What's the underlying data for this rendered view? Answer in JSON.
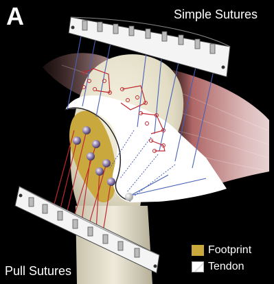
{
  "figure": {
    "panel_label": "A",
    "caption_top": "Simple Sutures",
    "caption_bottom": "Pull Sutures"
  },
  "legend": {
    "items": [
      {
        "label": "Footprint",
        "color": "#c9a93e"
      },
      {
        "label": "Tendon",
        "color": "#ffffff"
      }
    ]
  },
  "colors": {
    "background": "#000000",
    "bone": "#e8e3cf",
    "tendon": "#ffffff",
    "muscle": "#c97a7a",
    "footprint": "#c9a93e",
    "suture_red": "#c0282f",
    "suture_blue": "#4860b8",
    "anchor": "#8b7aa8"
  }
}
